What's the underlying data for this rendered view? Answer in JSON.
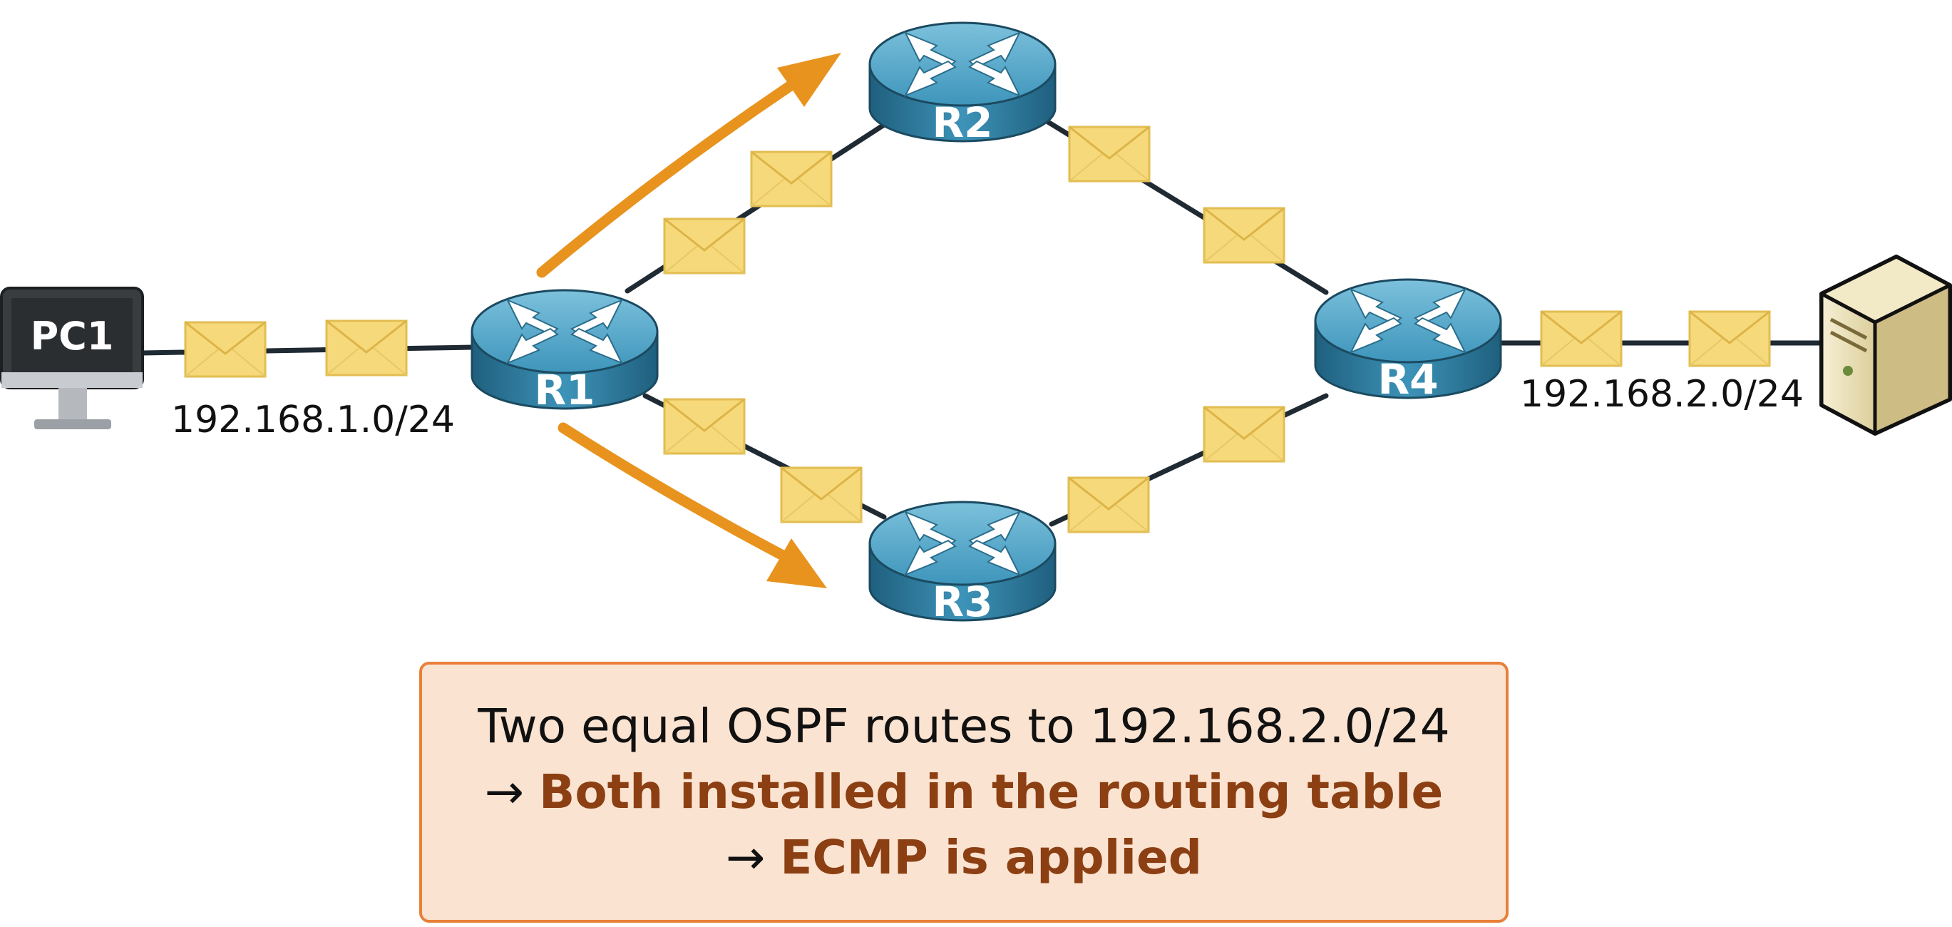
{
  "diagram": {
    "nodes": {
      "pc1": "PC1",
      "r1": "R1",
      "r2": "R2",
      "r3": "R3",
      "r4": "R4",
      "server": ""
    },
    "networks": {
      "left": "192.168.1.0/24",
      "right": "192.168.2.0/24"
    },
    "colors": {
      "link": "#1f2a33",
      "path_arrow": "#e8931e",
      "envelope": "#f6d97a",
      "router": "#2f7fa3",
      "callout_bg": "#fbe3d1",
      "callout_border": "#e8803a",
      "emphasis_text": "#8b3f12"
    }
  },
  "callout": {
    "line1": "Two equal OSPF routes to 192.168.2.0/24",
    "line2_arrow": "→",
    "line2_text": "Both installed in the routing table",
    "line3_arrow": "→",
    "line3_text": "ECMP is applied"
  }
}
